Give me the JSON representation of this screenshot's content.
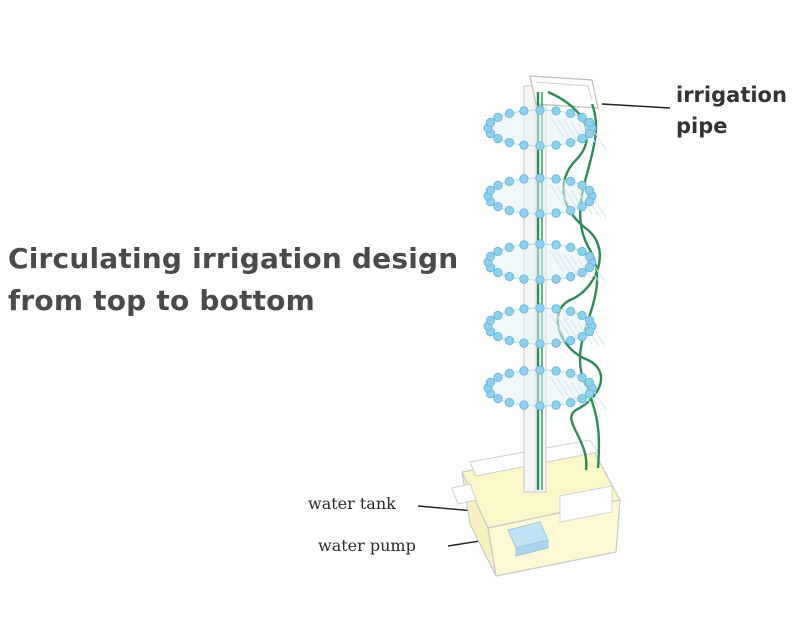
{
  "headline": {
    "line1": "Circulating irrigation design",
    "line2": "from top to bottom"
  },
  "labels": {
    "irrigation_pipe_line1": "irrigation",
    "irrigation_pipe_line2": "pipe",
    "water_tank": "water tank",
    "water_pump": "water pump"
  },
  "colors": {
    "headline_text": "#4a4a4a",
    "pipe_green": "#2e8b57",
    "planter_blue": "#8fd0ee",
    "tank_yellow": "#fbf7c8",
    "pump_blue": "#bfe3f3"
  }
}
